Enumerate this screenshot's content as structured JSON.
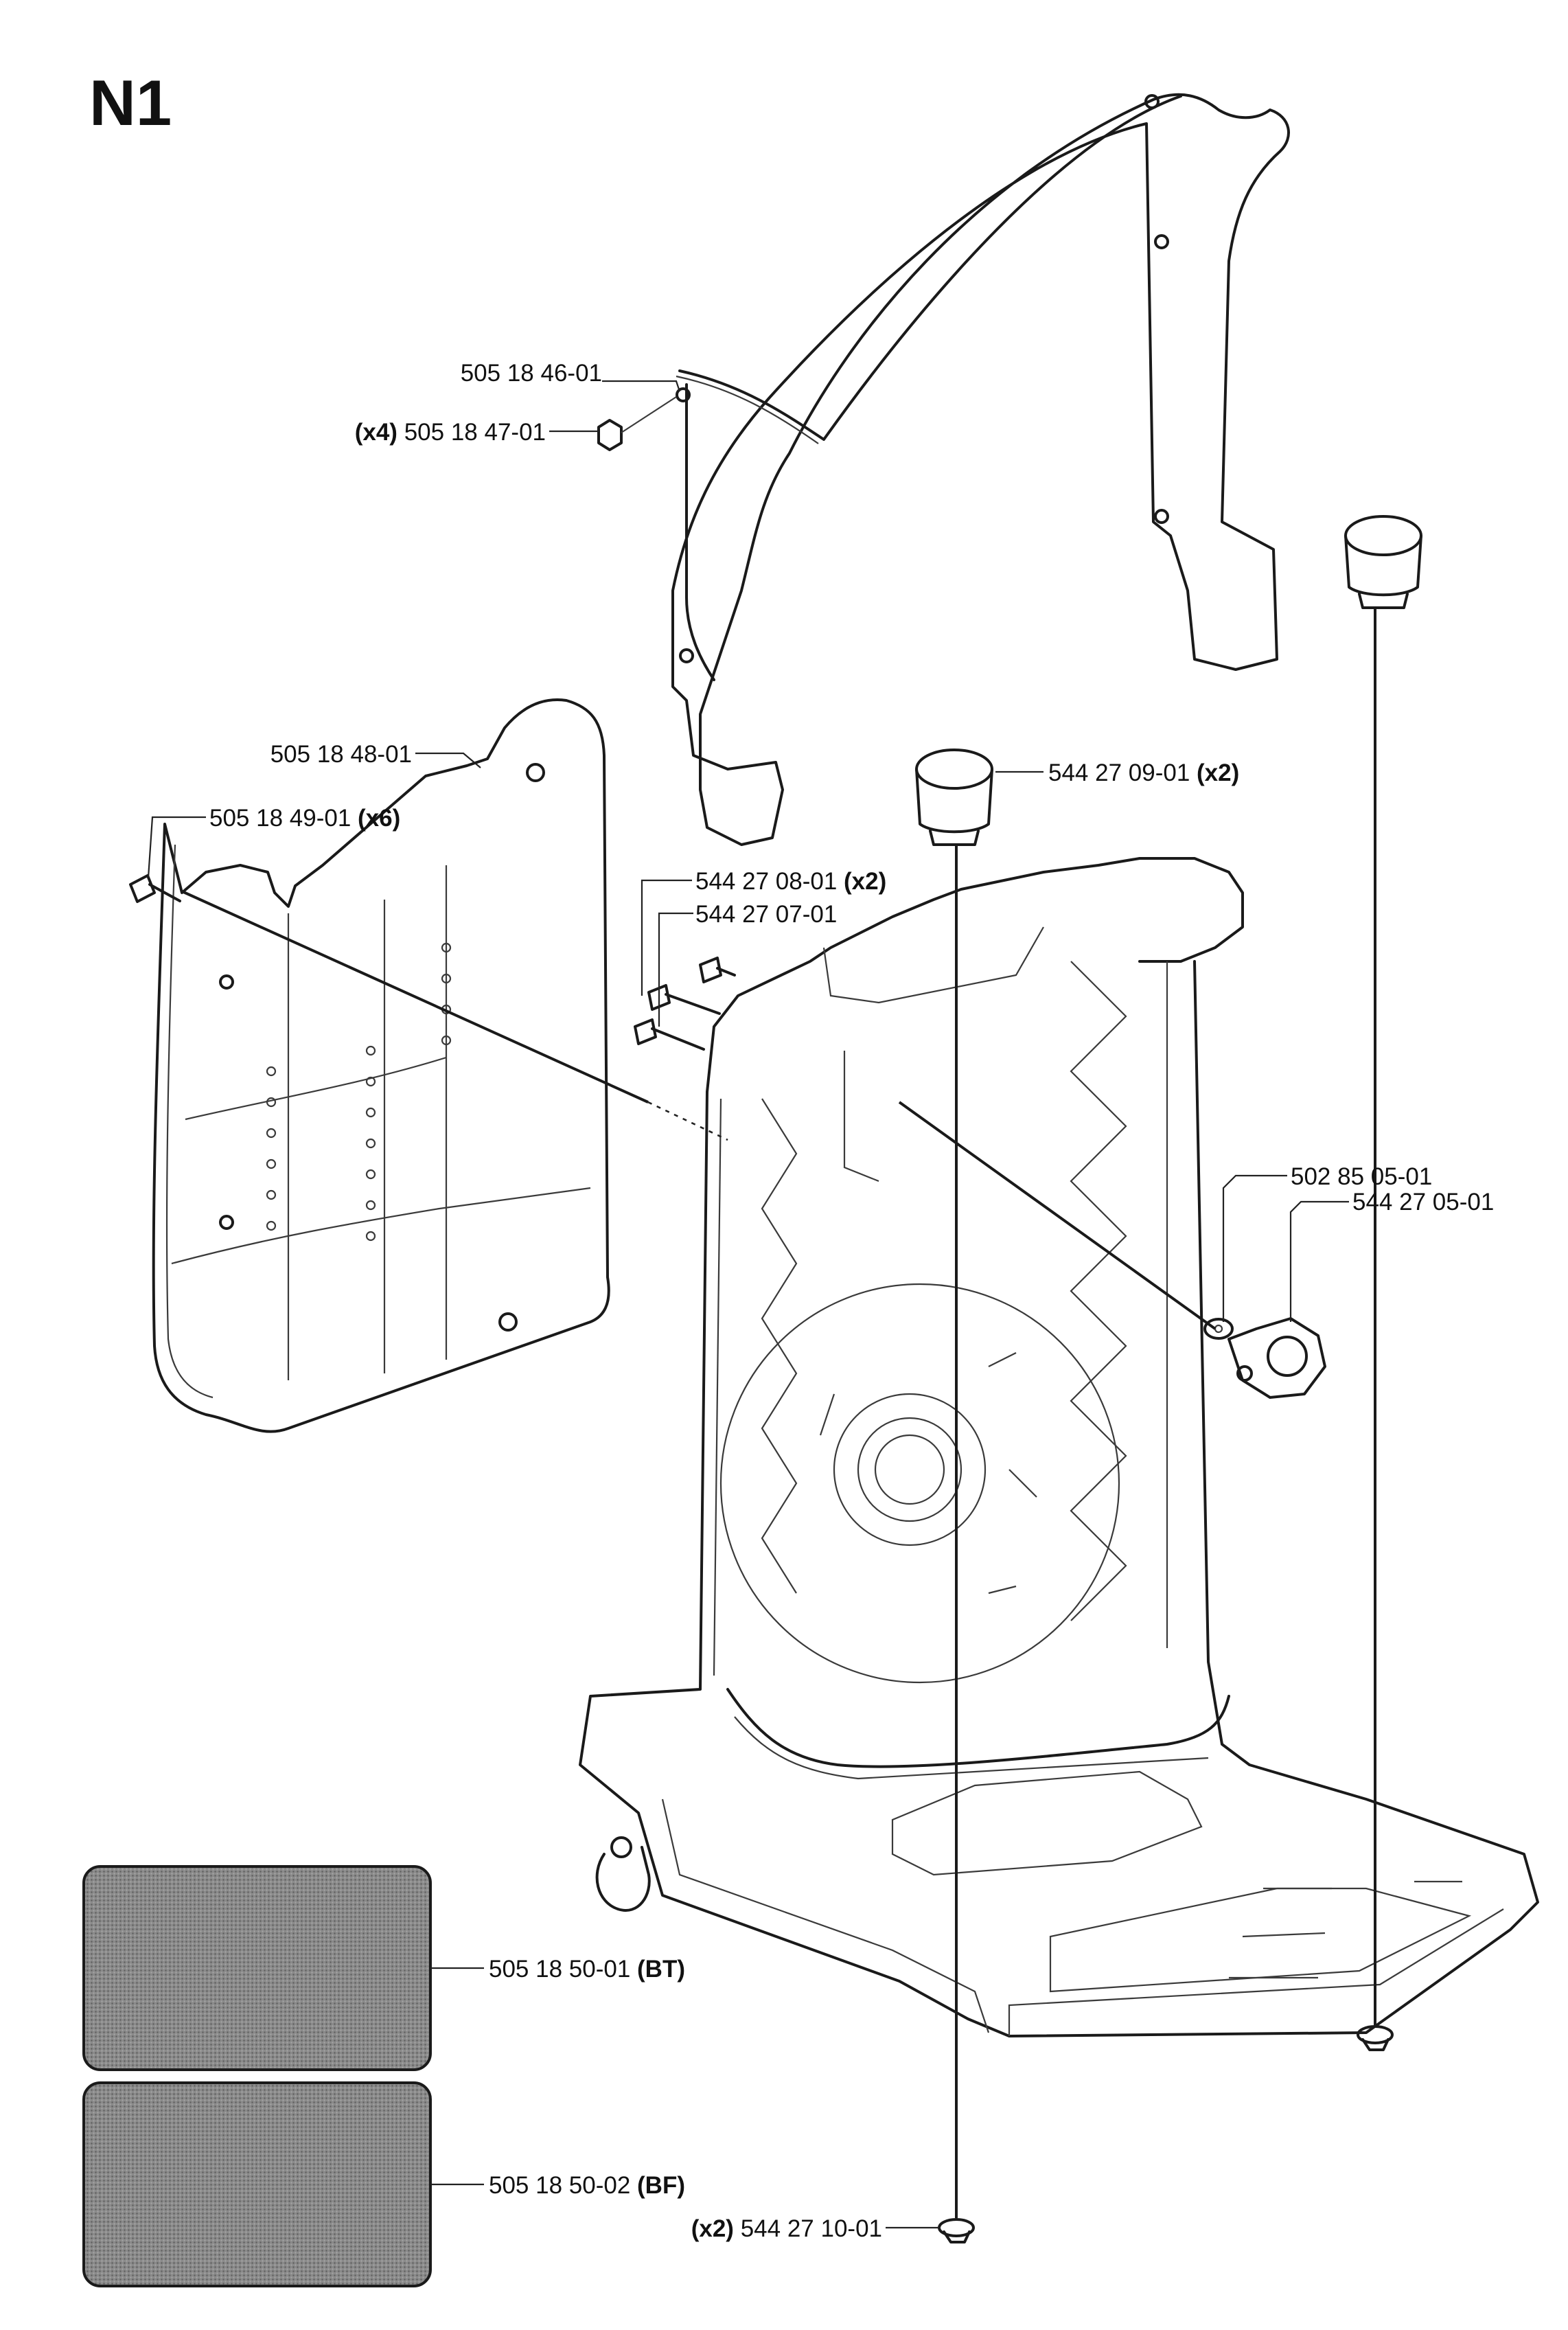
{
  "page_title": "N1",
  "parts": [
    {
      "id": "p1",
      "prefix": "",
      "number": "505 18 46-01",
      "suffix": ""
    },
    {
      "id": "p2",
      "prefix": "(x4)",
      "number": "505 18 47-01",
      "suffix": ""
    },
    {
      "id": "p3",
      "prefix": "",
      "number": "505 18 48-01",
      "suffix": ""
    },
    {
      "id": "p4",
      "prefix": "",
      "number": "505 18 49-01",
      "suffix": "(x6)"
    },
    {
      "id": "p5",
      "prefix": "",
      "number": "544 27 09-01",
      "suffix": "(x2)"
    },
    {
      "id": "p6",
      "prefix": "",
      "number": "544 27 08-01",
      "suffix": "(x2)"
    },
    {
      "id": "p7",
      "prefix": "",
      "number": "544 27 07-01",
      "suffix": ""
    },
    {
      "id": "p8",
      "prefix": "",
      "number": "502 85 05-01",
      "suffix": ""
    },
    {
      "id": "p9",
      "prefix": "",
      "number": "544 27 05-01",
      "suffix": ""
    },
    {
      "id": "p10",
      "prefix": "",
      "number": "505 18 50-01",
      "suffix": "(BT)"
    },
    {
      "id": "p11",
      "prefix": "",
      "number": "505 18 50-02",
      "suffix": "(BF)"
    },
    {
      "id": "p12",
      "prefix": "(x2)",
      "number": "544 27 10-01",
      "suffix": ""
    }
  ],
  "colors": {
    "line": "#1a1a1a",
    "pad_fill": "#7a7a7a",
    "background": "#ffffff"
  }
}
